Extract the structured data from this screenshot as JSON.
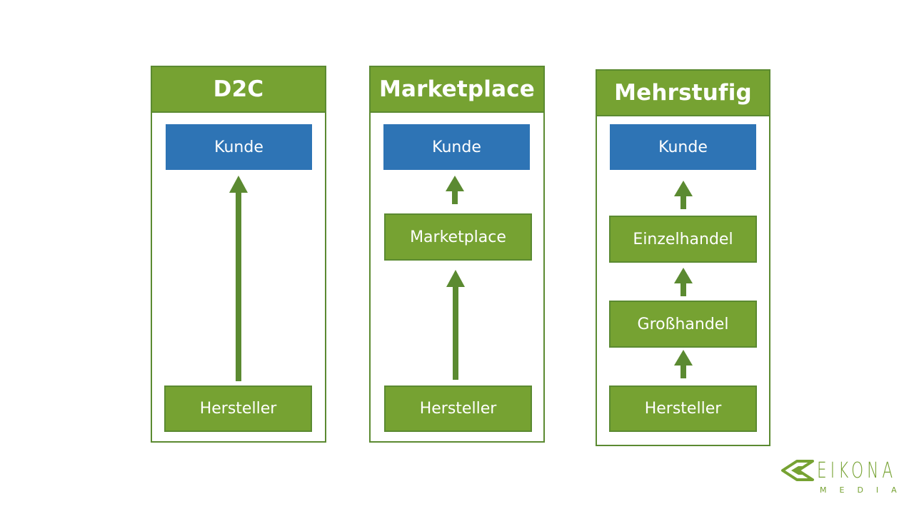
{
  "colors": {
    "header_green": "#76a232",
    "border_green": "#5b8a31",
    "arrow_green": "#5b8a31",
    "customer_blue": "#2e74b5",
    "text_white": "#ffffff"
  },
  "panels": [
    {
      "title": "D2C",
      "customer": "Kunde",
      "manufacturer": "Hersteller"
    },
    {
      "title": "Marketplace",
      "customer": "Kunde",
      "intermediary": "Marketplace",
      "manufacturer": "Hersteller"
    },
    {
      "title": "Mehrstufig",
      "customer": "Kunde",
      "retail": "Einzelhandel",
      "wholesale": "Großhandel",
      "manufacturer": "Hersteller"
    }
  ],
  "logo": {
    "word": "EIKONA",
    "sub": "MEDIA",
    "icon": "eikona-logo-icon"
  }
}
